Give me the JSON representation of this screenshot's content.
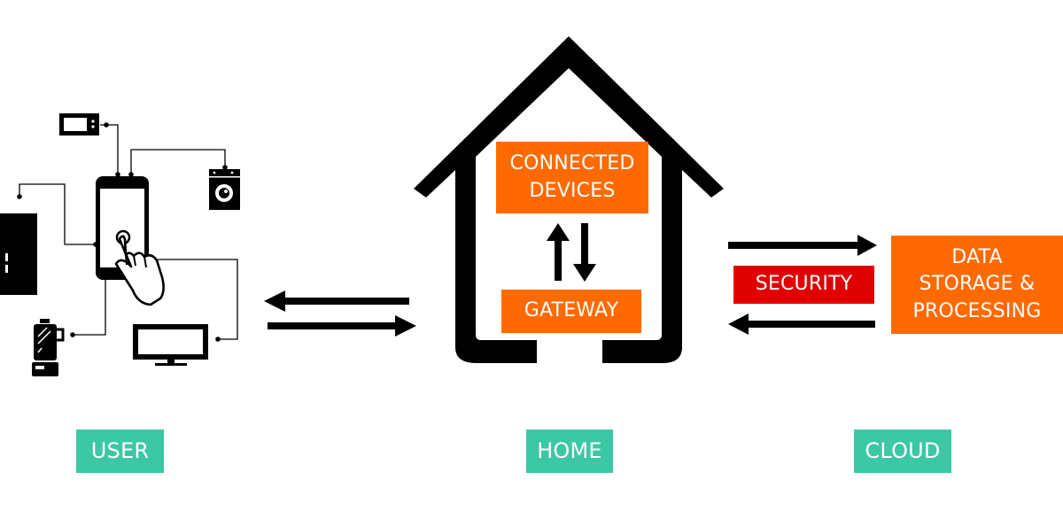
{
  "colors": {
    "orange": "#ff6a00",
    "red": "#e00000",
    "teal": "#3cc7a5",
    "line": "#000000"
  },
  "house": {
    "connected_devices": [
      "CONNECTED",
      "DEVICES"
    ],
    "gateway": "GATEWAY"
  },
  "cloud": {
    "security": "SECURITY",
    "data_storage": [
      "DATA",
      "STORAGE &",
      "PROCESSING"
    ]
  },
  "labels": {
    "user": "USER",
    "home": "HOME",
    "cloud": "CLOUD"
  },
  "icons": [
    "microwave-icon",
    "smartphone-icon",
    "touch-hand-icon",
    "washing-machine-icon",
    "refrigerator-icon",
    "coffee-maker-icon",
    "television-icon"
  ]
}
